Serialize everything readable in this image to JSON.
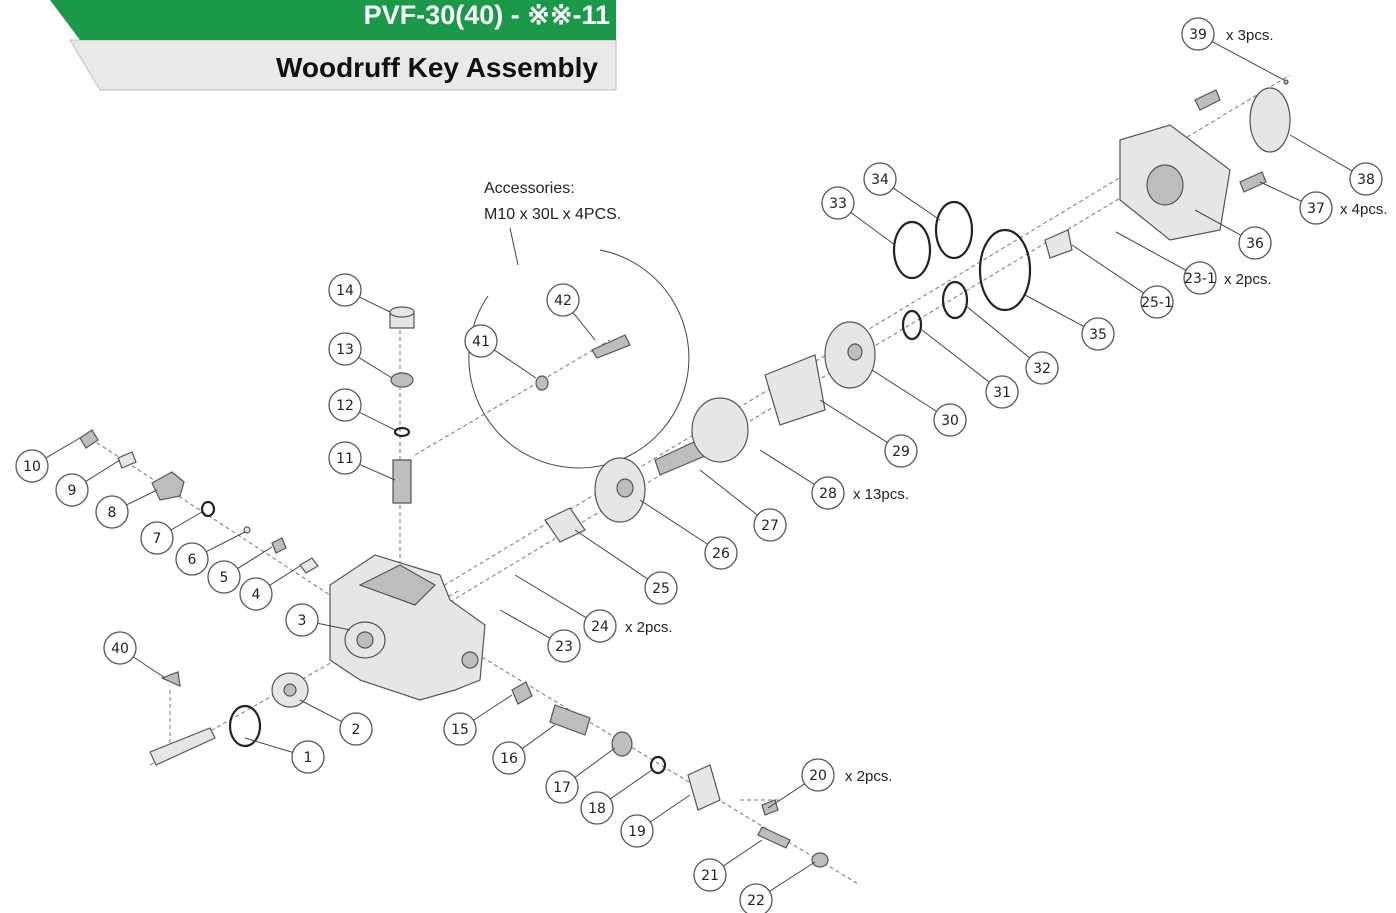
{
  "header": {
    "title": "PVF-30(40) - ※※-11",
    "subtitle": "Woodruff Key Assembly",
    "green_color": "#1a9a49",
    "grey_color": "#e9e9e9"
  },
  "accessories_note": {
    "line1": "Accessories:",
    "line2": "M10 x 30L x 4PCS."
  },
  "callouts": [
    {
      "label": "1"
    },
    {
      "label": "2"
    },
    {
      "label": "3"
    },
    {
      "label": "4"
    },
    {
      "label": "5"
    },
    {
      "label": "6"
    },
    {
      "label": "7"
    },
    {
      "label": "8"
    },
    {
      "label": "9"
    },
    {
      "label": "10"
    },
    {
      "label": "11"
    },
    {
      "label": "12"
    },
    {
      "label": "13"
    },
    {
      "label": "14"
    },
    {
      "label": "15"
    },
    {
      "label": "16"
    },
    {
      "label": "17"
    },
    {
      "label": "18"
    },
    {
      "label": "19"
    },
    {
      "label": "20",
      "qty": "x 2pcs."
    },
    {
      "label": "21"
    },
    {
      "label": "22"
    },
    {
      "label": "23"
    },
    {
      "label": "24",
      "qty": "x 2pcs."
    },
    {
      "label": "25"
    },
    {
      "label": "26"
    },
    {
      "label": "27"
    },
    {
      "label": "28",
      "qty": "x 13pcs."
    },
    {
      "label": "29"
    },
    {
      "label": "30"
    },
    {
      "label": "31"
    },
    {
      "label": "32"
    },
    {
      "label": "33"
    },
    {
      "label": "34"
    },
    {
      "label": "35"
    },
    {
      "label": "36"
    },
    {
      "label": "37",
      "qty": "x 4pcs."
    },
    {
      "label": "38"
    },
    {
      "label": "39",
      "qty": "x 3pcs."
    },
    {
      "label": "40"
    },
    {
      "label": "41"
    },
    {
      "label": "42"
    },
    {
      "label": "23-1",
      "qty": "x 2pcs."
    },
    {
      "label": "25-1"
    }
  ]
}
